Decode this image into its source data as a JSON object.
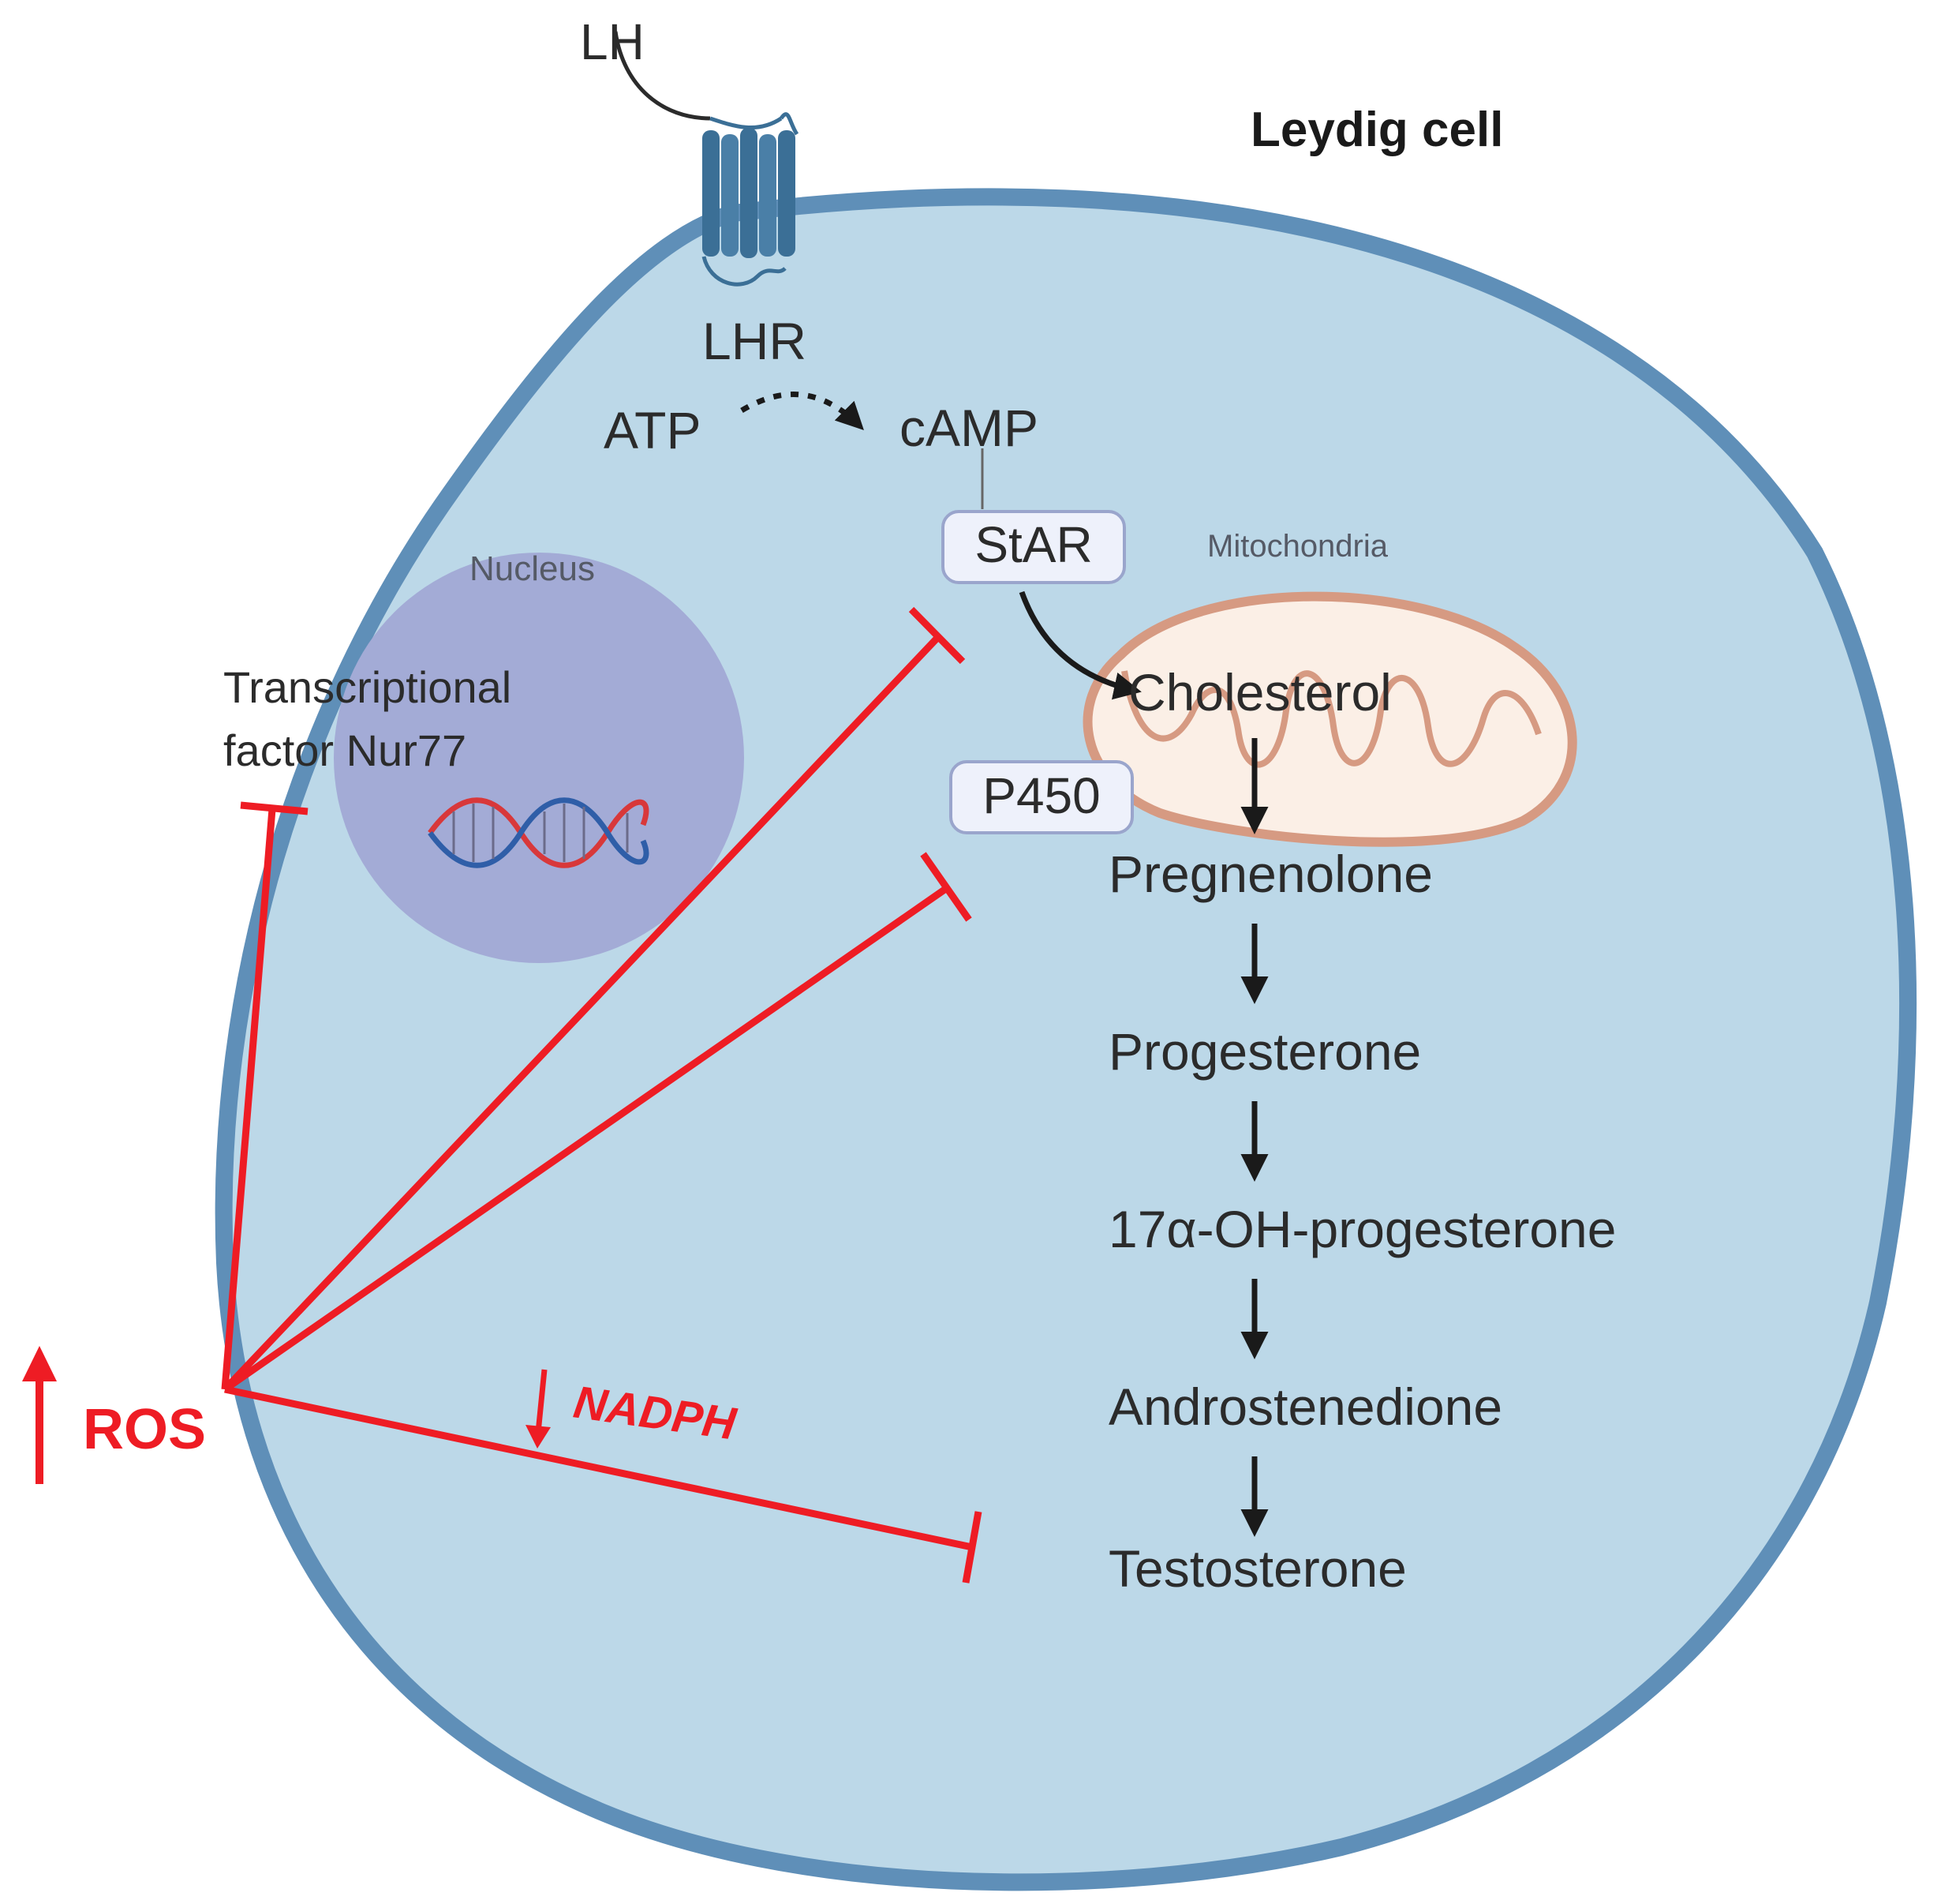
{
  "cell_title": "Leydig cell",
  "hormone": "LH",
  "receptor": "LHR",
  "atp": "ATP",
  "camp": "cAMP",
  "star": "StAR",
  "p450": "P450",
  "nucleus": "Nucleus",
  "mitochondria": "Mitochondria",
  "transcription_factor": {
    "line1": "Transcriptional",
    "line2": "factor Nur77"
  },
  "pathway": [
    "Cholesterol",
    "Pregnenolone",
    "Progesterone",
    "17α-OH-progesterone",
    "Androstenedione",
    "Testosterone"
  ],
  "ros": "ROS",
  "nadph": "NADPH",
  "colors": {
    "cell_fill": "#bcd8e8",
    "membrane": "#5f8fb8",
    "inhibition": "#ee1c24",
    "nucleus": "#a3abd6",
    "mitochondria_fill": "#fbefe6",
    "mitochondria_outline": "#d69a82",
    "receptor": "#3b6f96"
  }
}
